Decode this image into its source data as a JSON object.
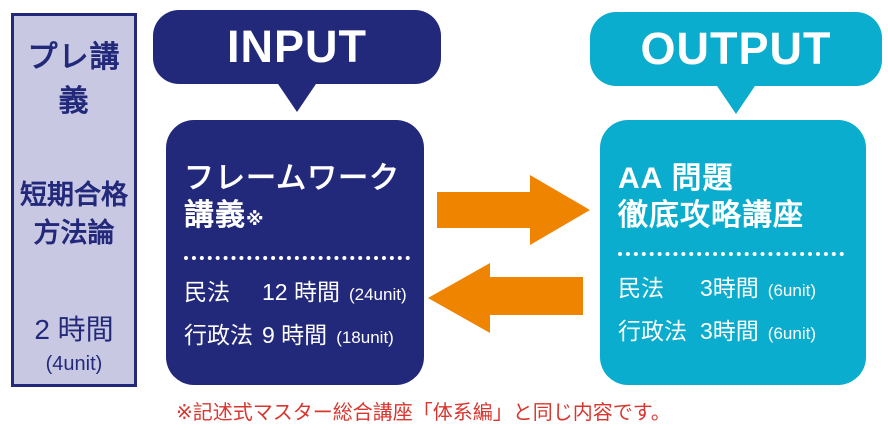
{
  "colors": {
    "navy": "#23297a",
    "cyan": "#0aadcd",
    "lavender": "#c9c8e3",
    "orange": "#ee8400",
    "red": "#d8362e",
    "white": "#ffffff"
  },
  "pre_lecture": {
    "title": "プレ講義",
    "method": "短期合格\n方法論",
    "duration": "2 時間",
    "units": "(4unit)"
  },
  "input": {
    "bubble_label": "INPUT",
    "course_title_line1": "フレームワーク",
    "course_title_line2": "講義",
    "note_mark": "※",
    "rows": [
      {
        "subject": "民法",
        "hours": "12 時間",
        "units": "(24unit)"
      },
      {
        "subject": "行政法",
        "hours": "9 時間",
        "units": "(18unit)"
      }
    ]
  },
  "output": {
    "bubble_label": "OUTPUT",
    "course_title_line1": "AA 問題",
    "course_title_line2": "徹底攻略講座",
    "rows": [
      {
        "subject": "民法",
        "hours": "3時間",
        "units": "(6unit)"
      },
      {
        "subject": "行政法",
        "hours": "3時間",
        "units": "(6unit)"
      }
    ]
  },
  "footnote": "※記述式マスター総合講座「体系編」と同じ内容です。"
}
